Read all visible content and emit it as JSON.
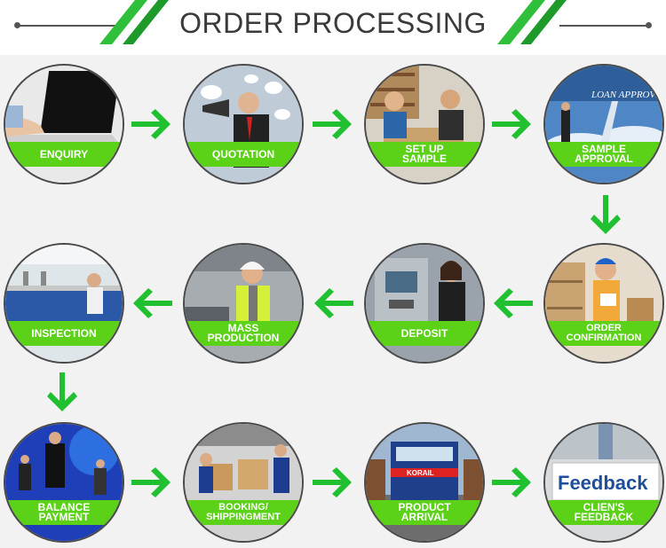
{
  "title": "ORDER PROCESSING",
  "accent_color": "#5bd117",
  "arrow_color": "#20c030",
  "steps": [
    {
      "label": "ENQUIRY",
      "icon": "laptop-typing-icon"
    },
    {
      "label": "QUOTATION",
      "icon": "megaphone-businessman-icon"
    },
    {
      "label": "SET UP\nSAMPLE",
      "icon": "design-team-icon"
    },
    {
      "label": "SAMPLE\nAPPROVAL",
      "icon": "loan-approved-stairs-icon"
    },
    {
      "label": "ORDER\nCONFIRMATION",
      "icon": "delivery-man-icon"
    },
    {
      "label": "DEPOSIT",
      "icon": "atm-woman-icon"
    },
    {
      "label": "MASS\nPRODUCTION",
      "icon": "factory-worker-icon"
    },
    {
      "label": "INSPECTION",
      "icon": "laboratory-icon"
    },
    {
      "label": "BALANCE\nPAYMENT",
      "icon": "business-figures-icon"
    },
    {
      "label": "BOOKING/\nSHIPPINGMENT",
      "icon": "warehouse-boxes-icon"
    },
    {
      "label": "PRODUCT\nARRIVAL",
      "icon": "train-icon"
    },
    {
      "label": "CLIEN'S\nFEEDBACK",
      "icon": "feedback-card-icon"
    }
  ],
  "banner_text": {
    "loan": "LOAN APPROVED",
    "feedback": "Feedback",
    "train": "KORAIL"
  }
}
